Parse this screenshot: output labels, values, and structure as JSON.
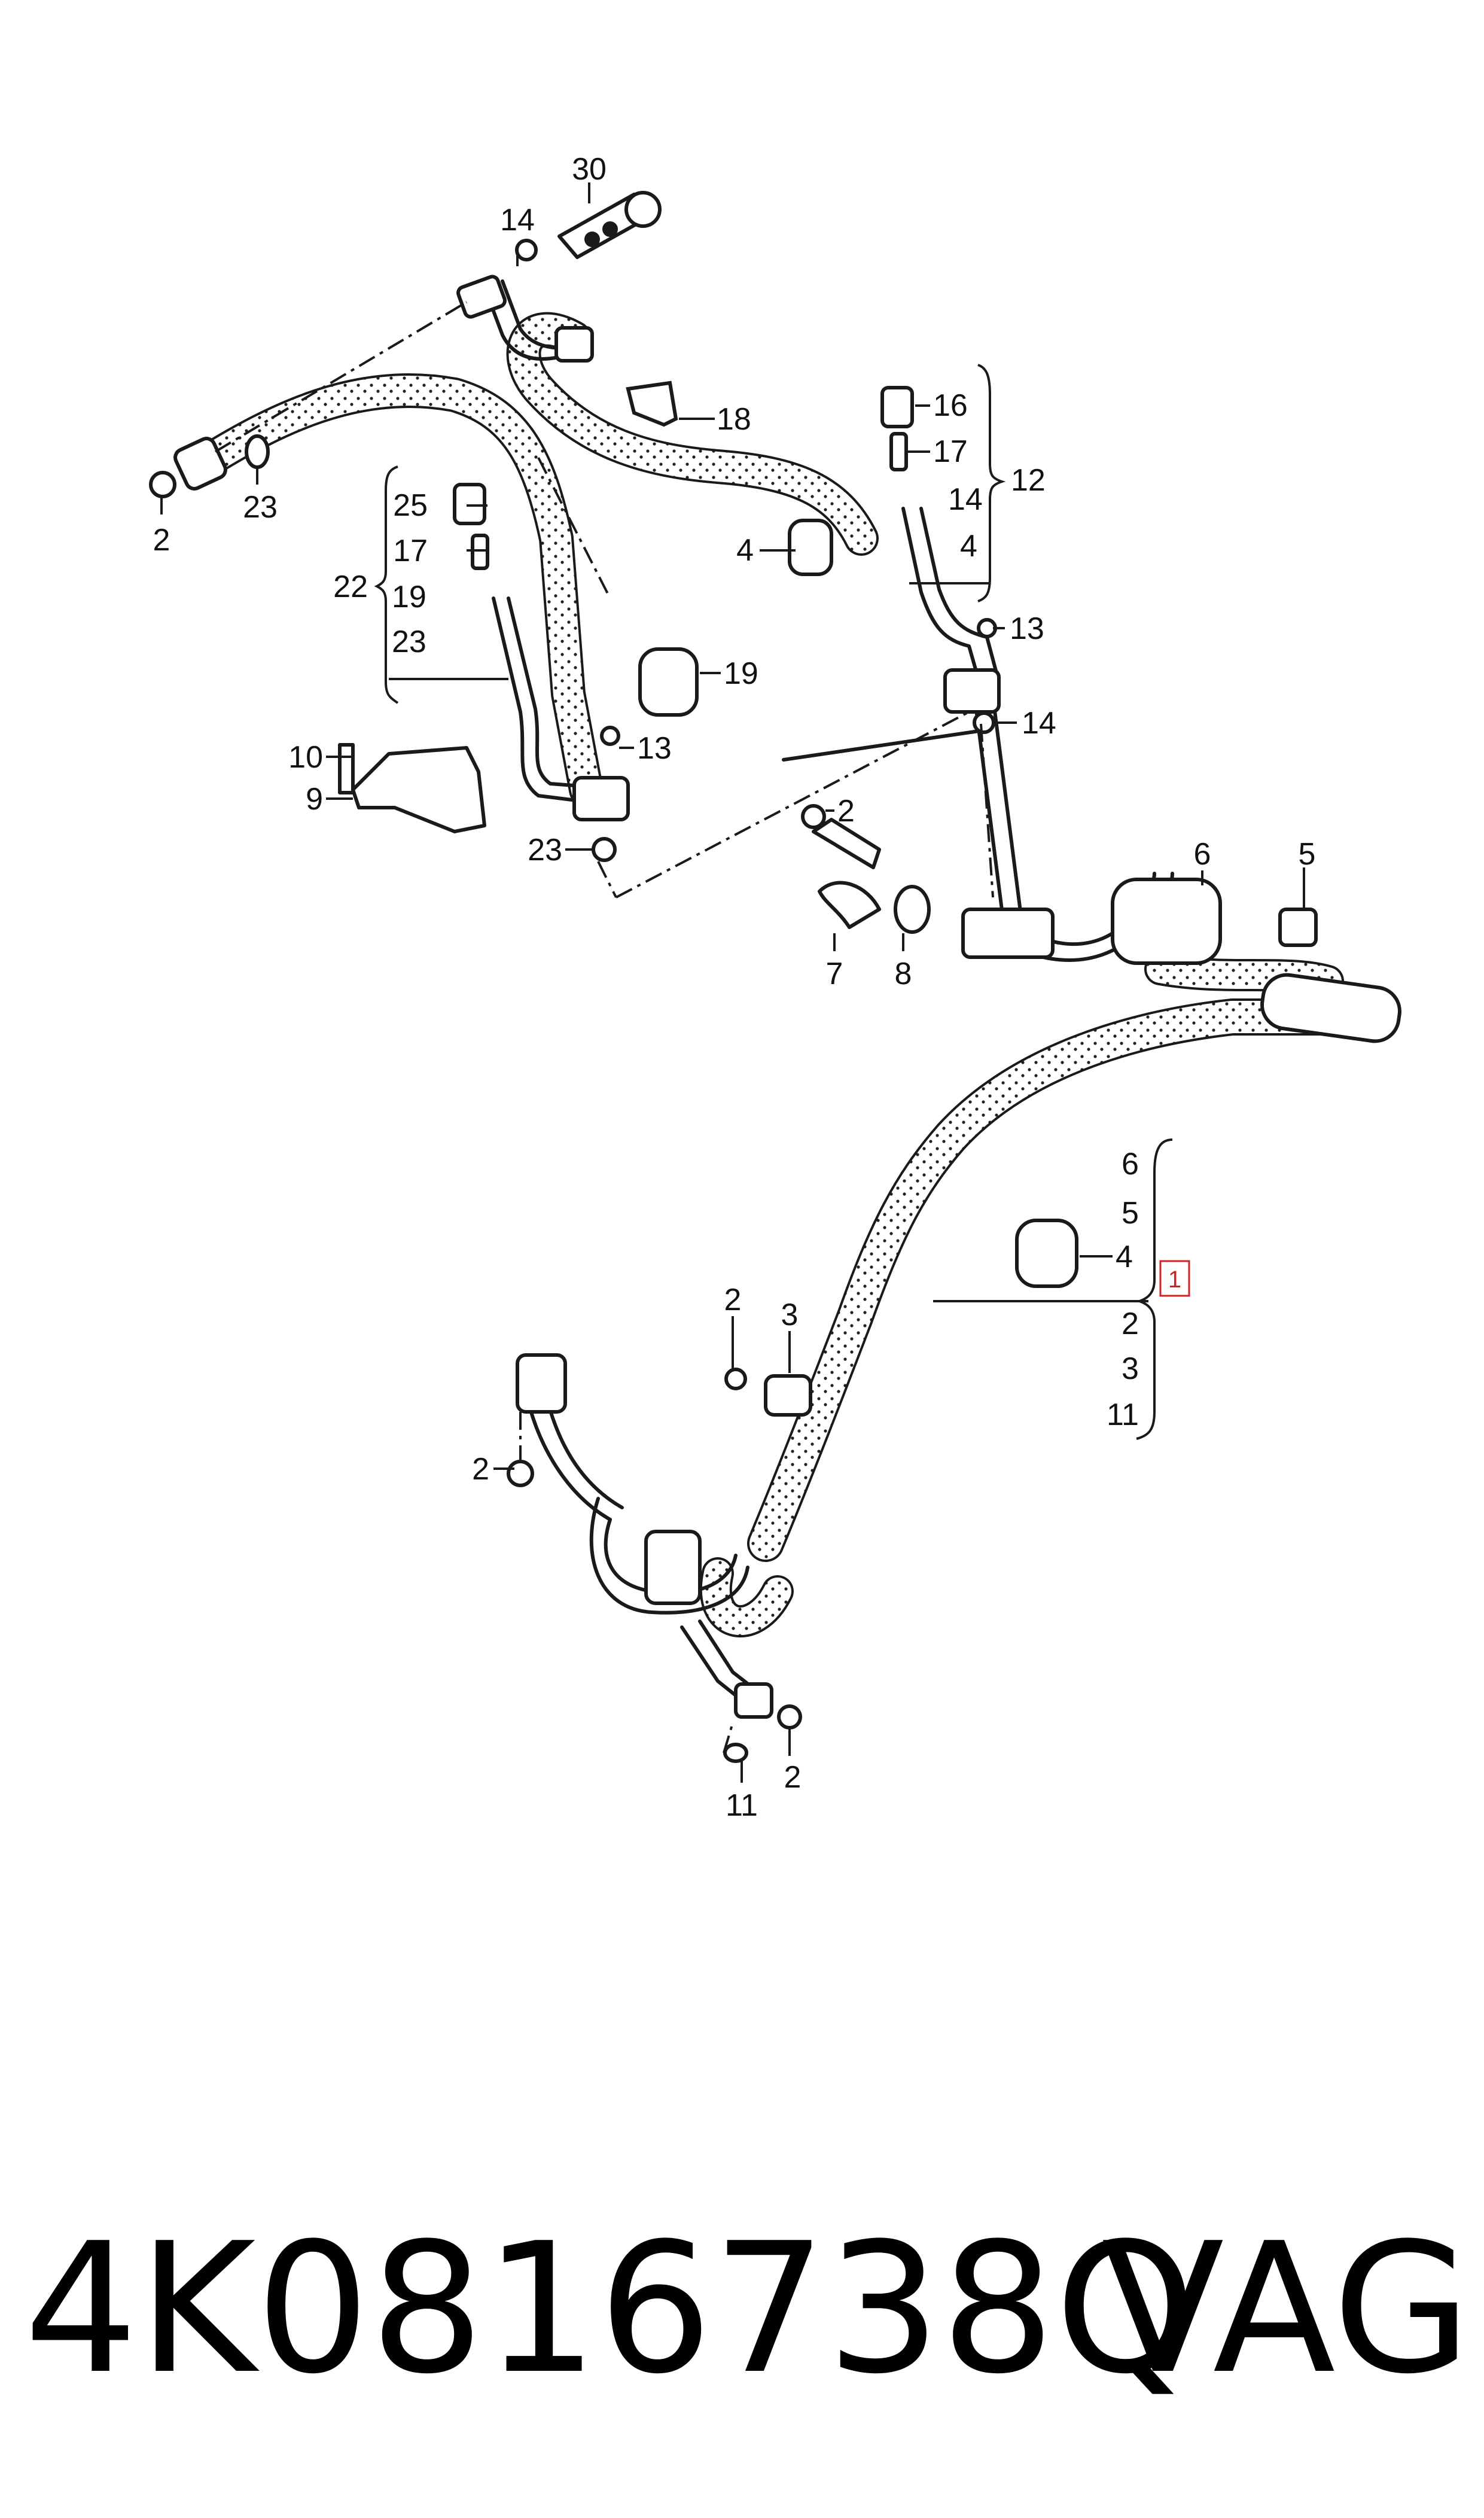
{
  "part_number": "4K0816738Q",
  "brand": "VAG",
  "callouts": {
    "c30": "30",
    "c14_top": "14",
    "c18": "18",
    "c2_left": "2",
    "c23_left": "23",
    "c16": "16",
    "c17_right": "17",
    "c14_right": "14",
    "c4_right_group": "4",
    "c12": "12",
    "c4_hose": "4",
    "c13_right": "13",
    "c14_lower": "14",
    "c25": "25",
    "c17_left": "17",
    "c22": "22",
    "c19_group": "19",
    "c23_group": "23",
    "c19": "19",
    "c10": "10",
    "c9": "9",
    "c13_left": "13",
    "c23_lower": "23",
    "c2_mid": "2",
    "c6_top": "6",
    "c5_top": "5",
    "c7": "7",
    "c8": "8",
    "g1_6": "6",
    "g1_5": "5",
    "g1_4": "4",
    "g1_2": "2",
    "g1_3": "3",
    "g1_11": "11",
    "c1": "1",
    "c2_lower": "2",
    "c3_lower": "3",
    "c2_bottom_left": "2",
    "c11_bottom": "11",
    "c2_bottom": "2"
  },
  "colors": {
    "line": "#1a1a1a",
    "hose_fill": "#ffffff",
    "highlight": "#d42020"
  }
}
